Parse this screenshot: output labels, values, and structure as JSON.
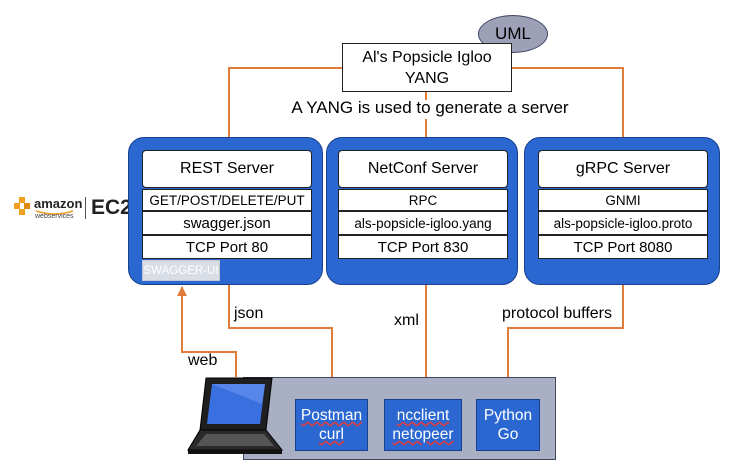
{
  "uml_badge": "UML",
  "yang_box": {
    "line1": "Al's Popsicle Igloo",
    "line2": "YANG"
  },
  "caption": "A YANG is used to generate a server",
  "servers": {
    "rest": {
      "title": "REST Server",
      "rows": [
        "GET/POST/DELETE/PUT",
        "swagger.json",
        "TCP Port 80"
      ],
      "badge": "SWAGGER-UI"
    },
    "netconf": {
      "title": "NetConf Server",
      "rows": [
        "RPC",
        "als-popsicle-igloo.yang",
        "TCP Port 830"
      ]
    },
    "grpc": {
      "title": "gRPC Server",
      "rows": [
        "GNMI",
        "als-popsicle-igloo.proto",
        "TCP Port 8080"
      ]
    }
  },
  "cloud_logo": {
    "brand": "amazon",
    "sub": "webservices",
    "product": "EC2"
  },
  "link_labels": {
    "json": "json",
    "xml": "xml",
    "protobuf": "protocol buffers",
    "web": "web"
  },
  "clients": {
    "postman": {
      "line1": "Postman",
      "line2": "curl"
    },
    "ncclient": {
      "line1": "ncclient",
      "line2": "netopeer"
    },
    "python": {
      "line1": "Python",
      "line2": "Go"
    }
  },
  "colors": {
    "panel": "#2a67d1",
    "arrow": "#e07b39",
    "client_panel": "#aab0c4",
    "uml": "#9da0b6"
  },
  "icons": [
    "laptop-icon",
    "amazon-smile-icon",
    "aws-cubes-icon"
  ]
}
